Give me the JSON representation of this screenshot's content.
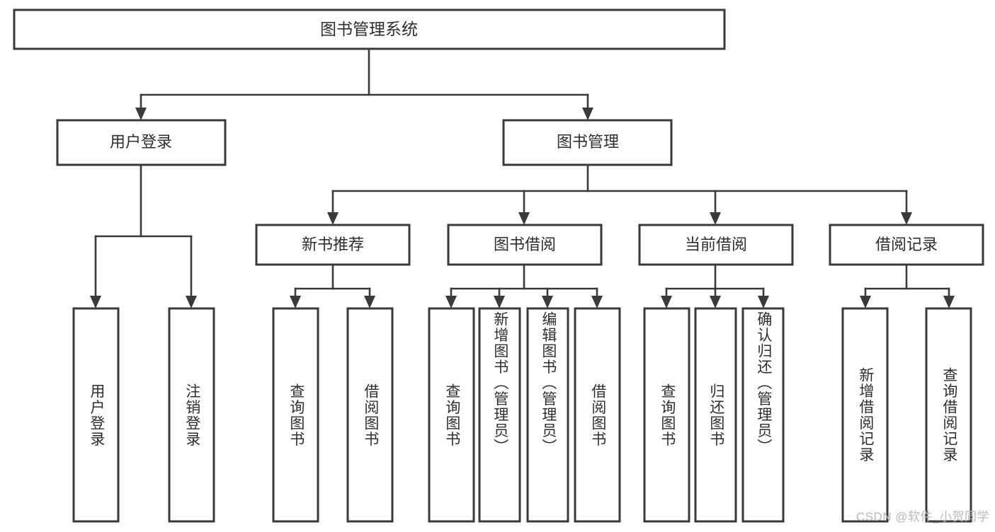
{
  "diagram": {
    "title": "图书管理系统",
    "type": "tree",
    "watermark": "CSDN @软件_小贺同学",
    "colors": {
      "box_stroke": "#3a3a3a",
      "box_fill": "#ffffff",
      "text": "#2e2e2e",
      "connector": "#3a3a3a",
      "watermark": "#b9b9b9",
      "background": "#ffffff"
    },
    "root": {
      "id": "root",
      "label": "图书管理系统"
    },
    "level1": [
      {
        "id": "user-login",
        "label": "用户登录"
      },
      {
        "id": "book-manage",
        "label": "图书管理"
      }
    ],
    "level2": [
      {
        "id": "new-book-recommend",
        "label": "新书推荐",
        "parent": "book-manage"
      },
      {
        "id": "book-borrow",
        "label": "图书借阅",
        "parent": "book-manage"
      },
      {
        "id": "current-borrow",
        "label": "当前借阅",
        "parent": "book-manage"
      },
      {
        "id": "borrow-record",
        "label": "借阅记录",
        "parent": "book-manage"
      }
    ],
    "leaves": {
      "user_login": [
        {
          "id": "leaf-user-login",
          "label": "用户登录"
        },
        {
          "id": "leaf-logout-login",
          "label": "注销登录"
        }
      ],
      "new_book_recommend": [
        {
          "id": "leaf-query-book-1",
          "label": "查询图书"
        },
        {
          "id": "leaf-borrow-book-1",
          "label": "借阅图书"
        }
      ],
      "book_borrow": [
        {
          "id": "leaf-query-book-2",
          "label": "查询图书"
        },
        {
          "id": "leaf-add-book",
          "label": "新增图书（管理员）"
        },
        {
          "id": "leaf-edit-book",
          "label": "编辑图书（管理员）"
        },
        {
          "id": "leaf-borrow-book-2",
          "label": "借阅图书"
        }
      ],
      "current_borrow": [
        {
          "id": "leaf-query-book-3",
          "label": "查询图书"
        },
        {
          "id": "leaf-return-book",
          "label": "归还图书"
        },
        {
          "id": "leaf-confirm-return",
          "label": "确认归还（管理员）"
        }
      ],
      "borrow_record": [
        {
          "id": "leaf-add-record",
          "label": "新增借阅记录"
        },
        {
          "id": "leaf-query-record",
          "label": "查询借阅记录"
        }
      ]
    }
  }
}
